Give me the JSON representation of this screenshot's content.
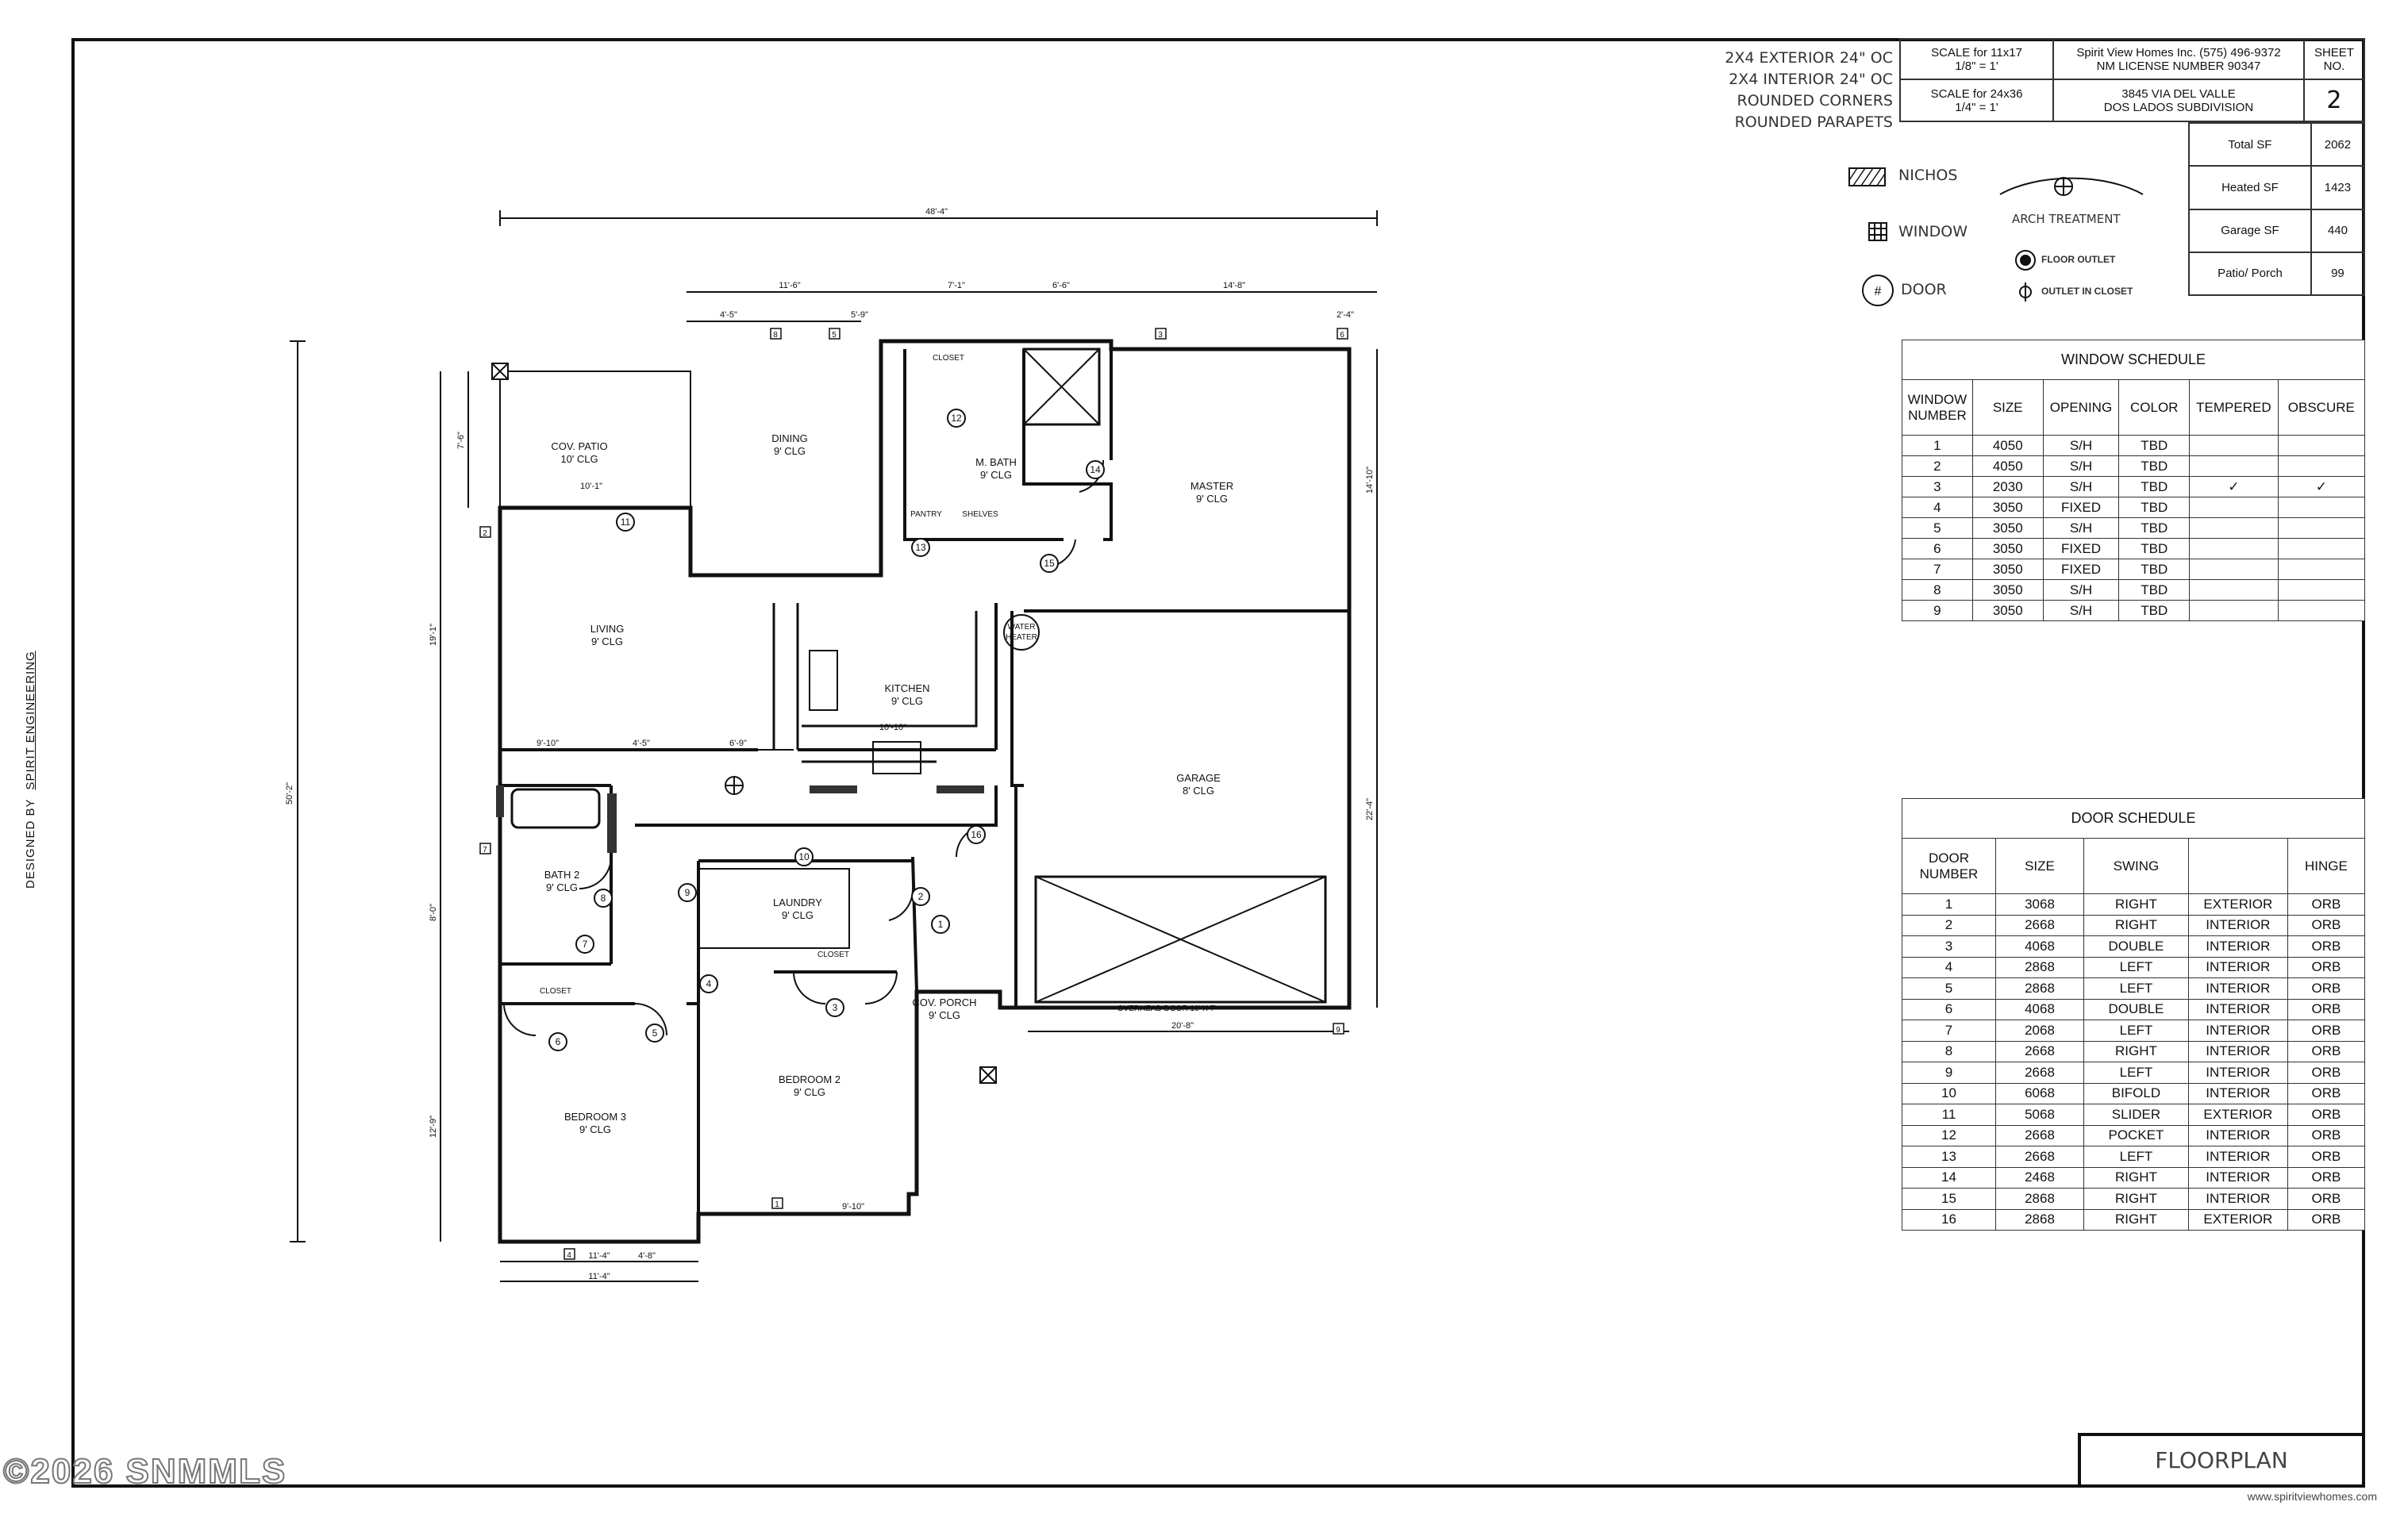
{
  "notes": [
    "2X4 EXTERIOR 24\" OC",
    "2X4 INTERIOR 24\" OC",
    "ROUNDED CORNERS",
    "ROUNDED PARAPETS"
  ],
  "title_block": {
    "scale_11x17_label": "SCALE for 11x17",
    "scale_11x17_value": "1/8\" = 1'",
    "scale_24x36_label": "SCALE for 24x36",
    "scale_24x36_value": "1/4\" = 1'",
    "company": "Spirit View Homes Inc. (575) 496-9372",
    "license": "NM LICENSE NUMBER 90347",
    "address": "3845 VIA DEL VALLE",
    "subdivision": "DOS LADOS SUBDIVISION",
    "sheet_label": "SHEET NO.",
    "sheet_no": "2"
  },
  "areas": [
    {
      "label": "Total SF",
      "value": "2062"
    },
    {
      "label": "Heated SF",
      "value": "1423"
    },
    {
      "label": "Garage SF",
      "value": "440"
    },
    {
      "label": "Patio/ Porch",
      "value": "99"
    }
  ],
  "legend": {
    "nichos": "NICHOS",
    "window": "WINDOW",
    "door": "DOOR",
    "arch": "ARCH TREATMENT",
    "floor_outlet": "FLOOR OUTLET",
    "closet_outlet": "OUTLET IN CLOSET"
  },
  "window_schedule": {
    "title": "WINDOW SCHEDULE",
    "headers": [
      "WINDOW NUMBER",
      "SIZE",
      "OPENING",
      "COLOR",
      "TEMPERED",
      "OBSCURE"
    ],
    "rows": [
      [
        "1",
        "4050",
        "S/H",
        "TBD",
        "",
        ""
      ],
      [
        "2",
        "4050",
        "S/H",
        "TBD",
        "",
        ""
      ],
      [
        "3",
        "2030",
        "S/H",
        "TBD",
        "✓",
        "✓"
      ],
      [
        "4",
        "3050",
        "FIXED",
        "TBD",
        "",
        ""
      ],
      [
        "5",
        "3050",
        "S/H",
        "TBD",
        "",
        ""
      ],
      [
        "6",
        "3050",
        "FIXED",
        "TBD",
        "",
        ""
      ],
      [
        "7",
        "3050",
        "FIXED",
        "TBD",
        "",
        ""
      ],
      [
        "8",
        "3050",
        "S/H",
        "TBD",
        "",
        ""
      ],
      [
        "9",
        "3050",
        "S/H",
        "TBD",
        "",
        ""
      ]
    ]
  },
  "door_schedule": {
    "title": "DOOR SCHEDULE",
    "headers": [
      "DOOR NUMBER",
      "SIZE",
      "SWING",
      "",
      "HINGE"
    ],
    "rows": [
      [
        "1",
        "3068",
        "RIGHT",
        "EXTERIOR",
        "ORB"
      ],
      [
        "2",
        "2668",
        "RIGHT",
        "INTERIOR",
        "ORB"
      ],
      [
        "3",
        "4068",
        "DOUBLE",
        "INTERIOR",
        "ORB"
      ],
      [
        "4",
        "2868",
        "LEFT",
        "INTERIOR",
        "ORB"
      ],
      [
        "5",
        "2868",
        "LEFT",
        "INTERIOR",
        "ORB"
      ],
      [
        "6",
        "4068",
        "DOUBLE",
        "INTERIOR",
        "ORB"
      ],
      [
        "7",
        "2068",
        "LEFT",
        "INTERIOR",
        "ORB"
      ],
      [
        "8",
        "2668",
        "RIGHT",
        "INTERIOR",
        "ORB"
      ],
      [
        "9",
        "2668",
        "LEFT",
        "INTERIOR",
        "ORB"
      ],
      [
        "10",
        "6068",
        "BIFOLD",
        "INTERIOR",
        "ORB"
      ],
      [
        "11",
        "5068",
        "SLIDER",
        "EXTERIOR",
        "ORB"
      ],
      [
        "12",
        "2668",
        "POCKET",
        "INTERIOR",
        "ORB"
      ],
      [
        "13",
        "2668",
        "LEFT",
        "INTERIOR",
        "ORB"
      ],
      [
        "14",
        "2468",
        "RIGHT",
        "INTERIOR",
        "ORB"
      ],
      [
        "15",
        "2868",
        "RIGHT",
        "INTERIOR",
        "ORB"
      ],
      [
        "16",
        "2868",
        "RIGHT",
        "EXTERIOR",
        "ORB"
      ]
    ]
  },
  "rooms": [
    {
      "name": "COV. PATIO",
      "clg": "10' CLG"
    },
    {
      "name": "DINING",
      "clg": "9' CLG"
    },
    {
      "name": "M. BATH",
      "clg": "9' CLG"
    },
    {
      "name": "MASTER",
      "clg": "9' CLG"
    },
    {
      "name": "LIVING",
      "clg": "9' CLG"
    },
    {
      "name": "KITCHEN",
      "clg": "9' CLG"
    },
    {
      "name": "GARAGE",
      "clg": "8' CLG"
    },
    {
      "name": "BATH 2",
      "clg": "9' CLG"
    },
    {
      "name": "LAUNDRY",
      "clg": "9' CLG"
    },
    {
      "name": "COV. PORCH",
      "clg": "9' CLG"
    },
    {
      "name": "BEDROOM 2",
      "clg": "9' CLG"
    },
    {
      "name": "BEDROOM 3",
      "clg": "9' CLG"
    }
  ],
  "fixtures": {
    "water_heater_1": "WATER",
    "water_heater_2": "HEATER",
    "closet": "CLOSET",
    "pantry": "PANTRY",
    "shelves": "SHELVES",
    "garage_door": "OVERHEAD DOOR 16' X 7'"
  },
  "dimensions": {
    "overall_width": "48'-4\"",
    "overall_depth": "50'-2\"",
    "top_1": "11'-6\"",
    "top_2": "7'-1\"",
    "top_3": "6'-6\"",
    "top_4": "14'-8\"",
    "top_5": "4'-5\"",
    "top_6": "5'-9\"",
    "top_7": "2'-4\"",
    "patio_w": "10'-1\"",
    "living_1": "9'-10\"",
    "living_2": "4'-5\"",
    "living_3": "6'-9\"",
    "kitchen_w": "10'-10\"",
    "garage_w": "20'-8\"",
    "left_1": "7'-6\"",
    "left_2": "19'-1\"",
    "left_3": "8'-0\"",
    "left_4": "12'-9\"",
    "master_h": "14'-10\"",
    "garage_h": "22'-4\"",
    "bottom_1": "11'-4\"",
    "bottom_2": "11'-4\"",
    "bottom_3": "9'-10\"",
    "bottom_4": "4'-8\""
  },
  "window_tags": [
    "1",
    "2",
    "3",
    "4",
    "5",
    "6",
    "7",
    "8",
    "9"
  ],
  "door_tags": [
    "1",
    "2",
    "3",
    "4",
    "5",
    "6",
    "7",
    "8",
    "9",
    "10",
    "11",
    "12",
    "13",
    "14",
    "15",
    "16"
  ],
  "designed_by_label": "DESIGNED BY",
  "designed_by": "SPIRIT ENGINEERING",
  "sheet_title": "FLOORPLAN",
  "website": "www.spiritviewhomes.com",
  "copyright": "©2026 SNMMLS"
}
